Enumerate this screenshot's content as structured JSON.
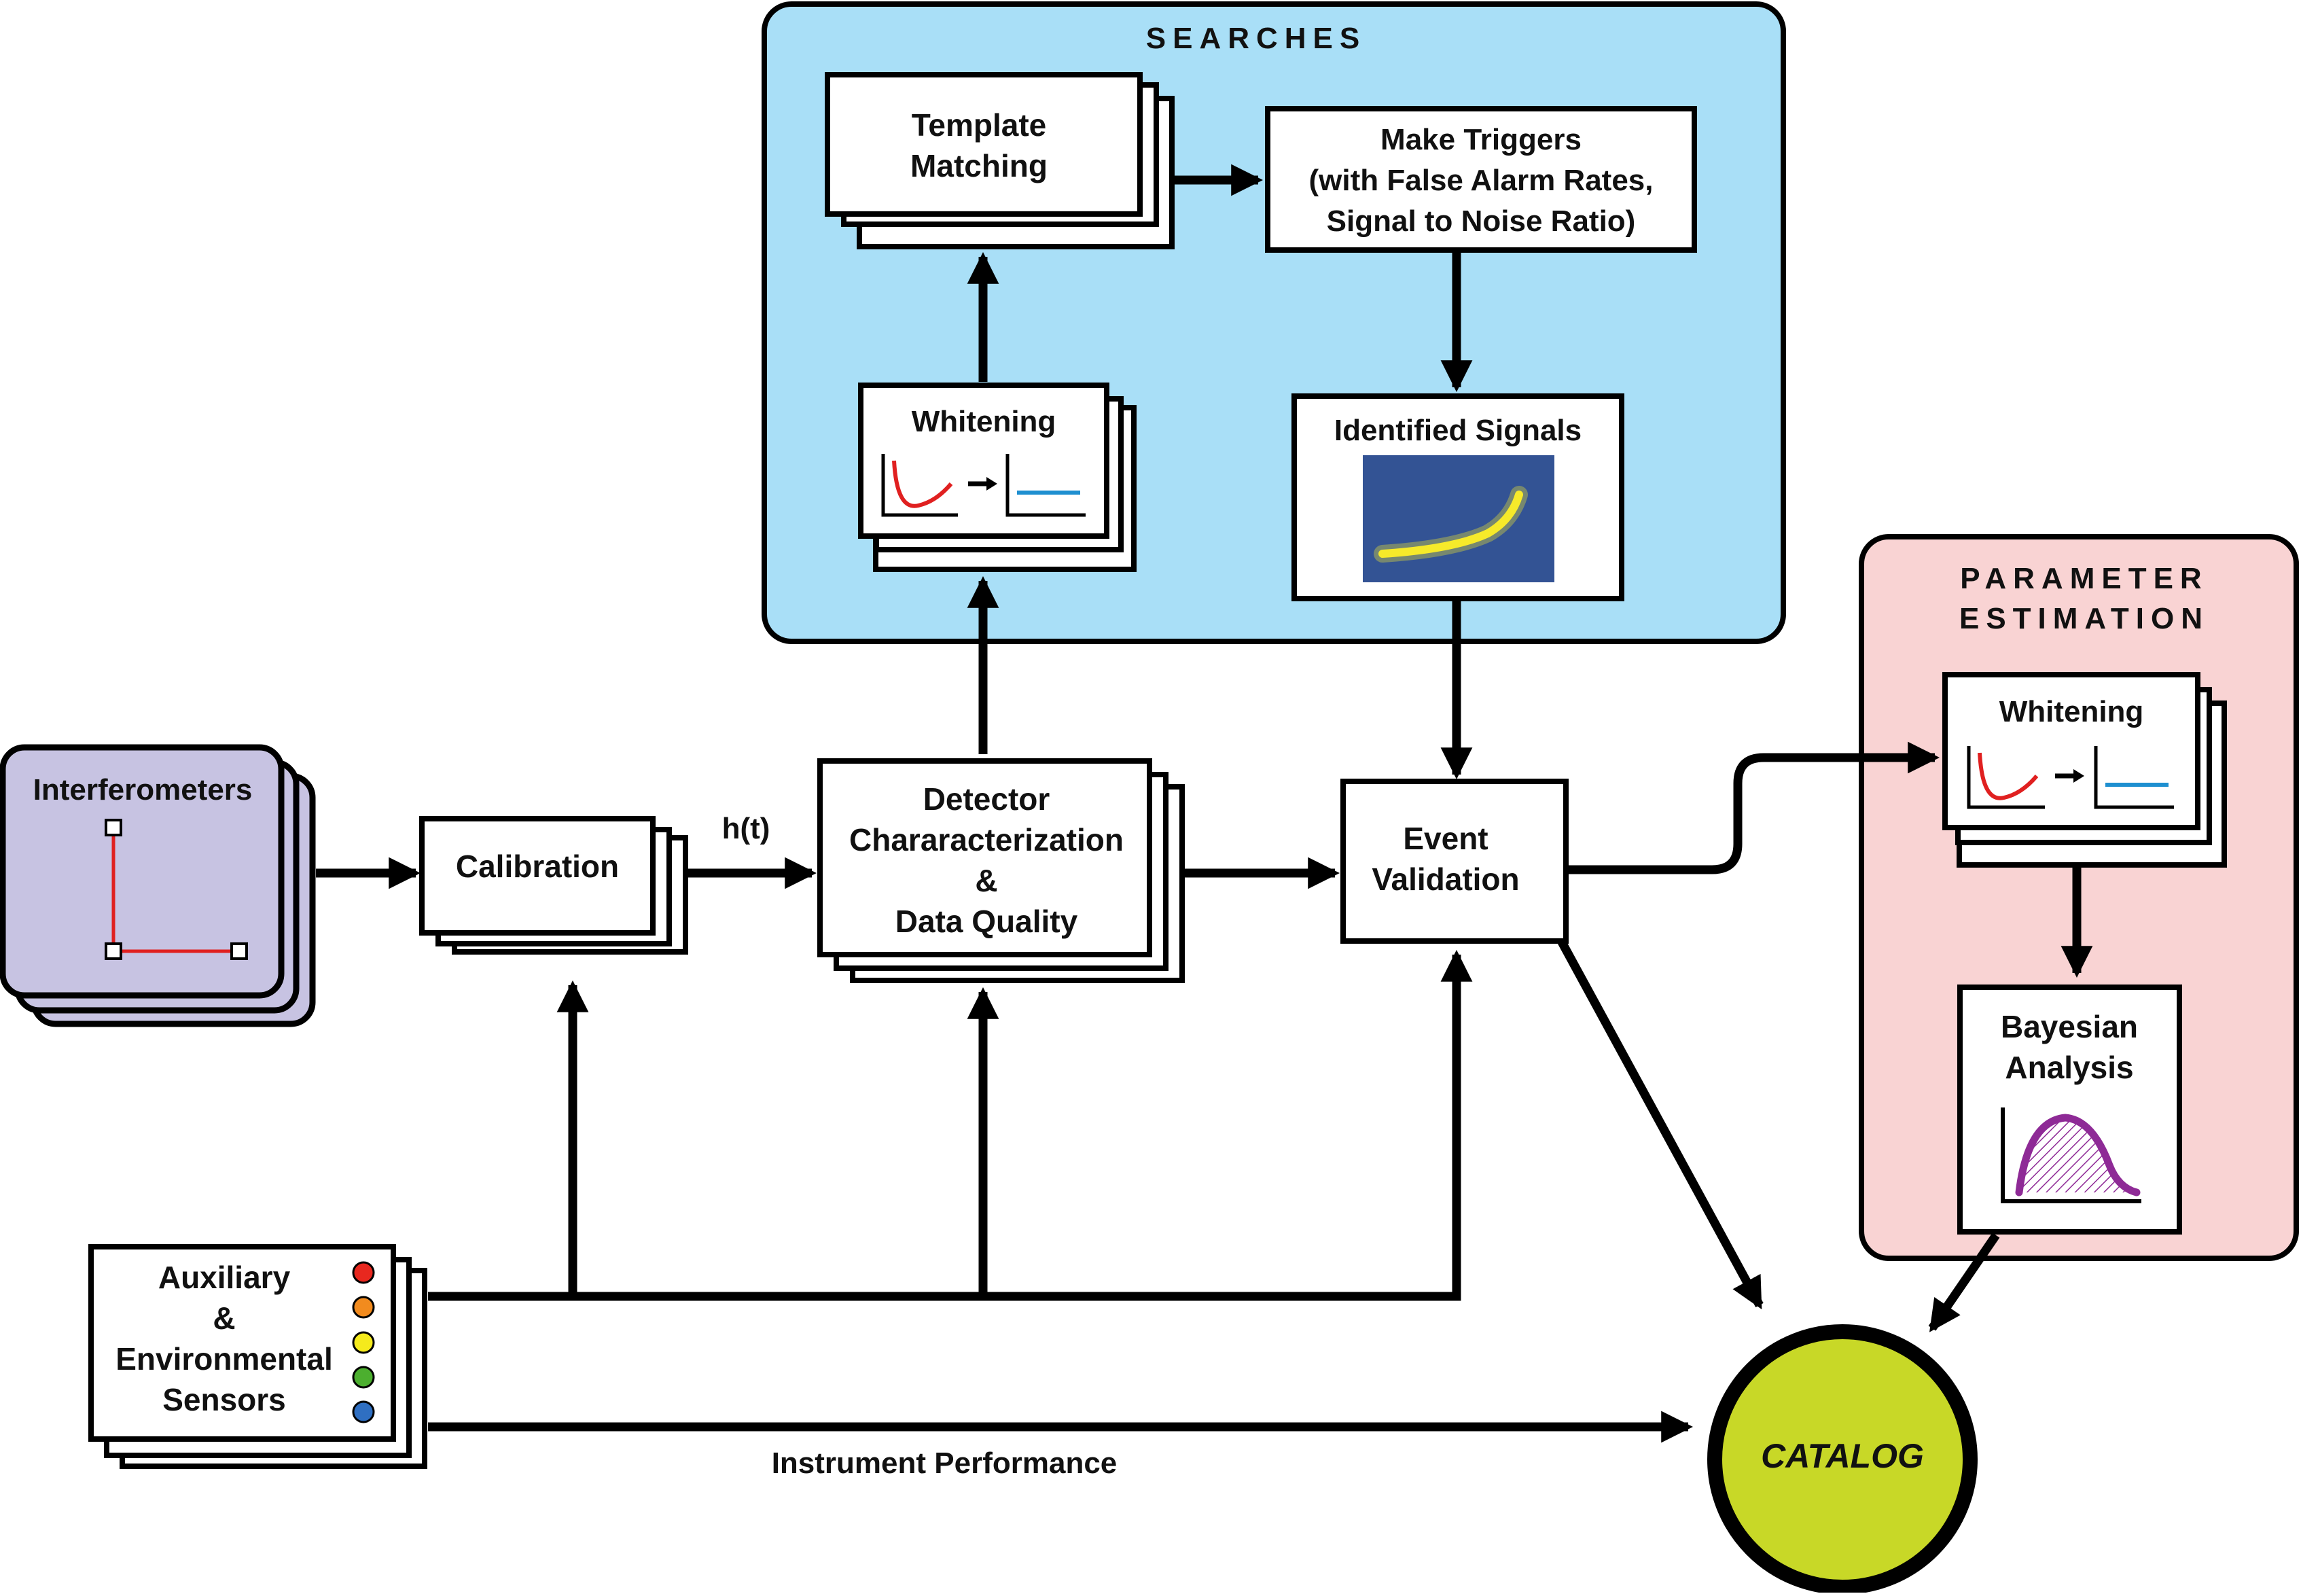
{
  "colors": {
    "searches_bg": "#a9dff7",
    "param_bg": "#f9d3d3",
    "interferometer_bg": "#c7c3e2",
    "catalog_fill": "#c8d827",
    "whiten_curve": "#e02020",
    "whiten_flat": "#1e8fd0",
    "bayes_curve": "#8e2a96",
    "signal_bg": "#2f4e8f",
    "signal_trace": "#f6ea2a",
    "sensor_colors": [
      "#e8281f",
      "#f28b1e",
      "#f5ea1c",
      "#4caf2f",
      "#2f6fc2"
    ]
  },
  "regions": {
    "searches_title": "SEARCHES",
    "param_title_line1": "PARAMETER",
    "param_title_line2": "ESTIMATION"
  },
  "nodes": {
    "interferometers": "Interferometers",
    "calibration": "Calibration",
    "detchar_line1": "Detector",
    "detchar_line2": "Chararacterization",
    "detchar_line3": "&",
    "detchar_line4": "Data Quality",
    "whitening_search": "Whitening",
    "template_line1": "Template",
    "template_line2": "Matching",
    "triggers_line1": "Make Triggers",
    "triggers_line2": "(with False Alarm Rates,",
    "triggers_line3": "Signal to Noise Ratio)",
    "identified_signals": "Identified Signals",
    "event_line1": "Event",
    "event_line2": "Validation",
    "whitening_pe": "Whitening",
    "bayes_line1": "Bayesian",
    "bayes_line2": "Analysis",
    "aux_line1": "Auxiliary",
    "aux_line2": "&",
    "aux_line3": "Environmental",
    "aux_line4": "Sensors",
    "catalog": "CATALOG"
  },
  "edge_labels": {
    "ht": "h(t)",
    "instrument": "Instrument Performance"
  }
}
